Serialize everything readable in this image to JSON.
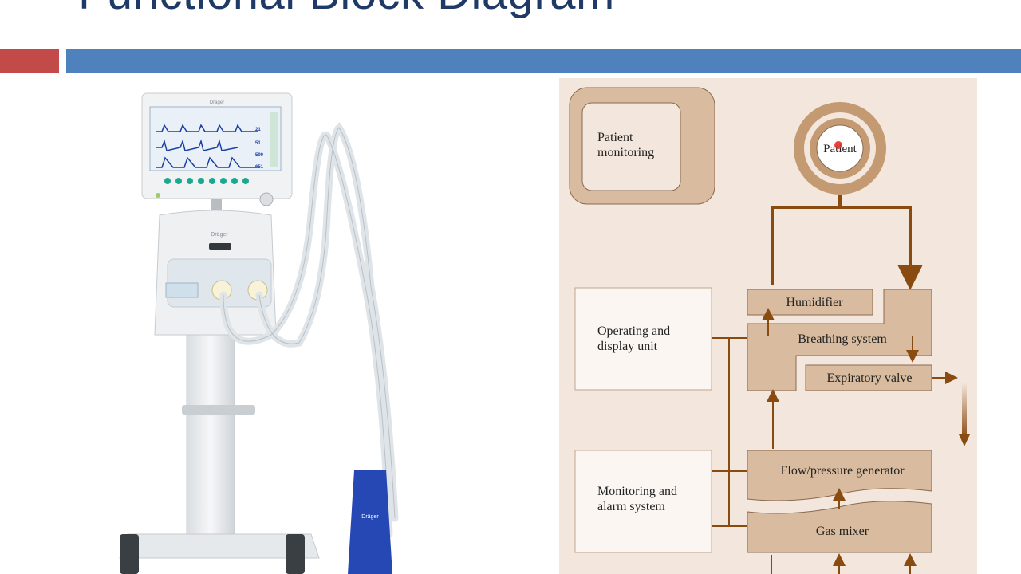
{
  "slide": {
    "title": "Functional Block Diagram"
  },
  "diagram": {
    "blocks": {
      "patient_monitoring": [
        "Patient",
        "monitoring"
      ],
      "patient": "Patient",
      "operating_display": [
        "Operating and",
        "display unit"
      ],
      "monitoring_alarm": [
        "Monitoring and",
        "alarm system"
      ],
      "humidifier": "Humidifier",
      "breathing_system": "Breathing system",
      "expiratory_valve": "Expiratory valve",
      "flow_pressure_generator": "Flow/pressure generator",
      "gas_mixer": "Gas mixer"
    },
    "colors": {
      "background": "#f3e6dc",
      "block_fill": "#d9bc9f",
      "block_stroke": "#8a6a4f",
      "arrow": "#8a4b10",
      "white_block_stroke": "#bfa58f"
    }
  },
  "ventilator_image": {
    "brand": "Dräger",
    "screen_values": [
      "21",
      "51",
      "590",
      "651"
    ],
    "colors": {
      "body": "#eef0f2",
      "screen": "#e9f0f8",
      "waveform": "#1b3fa0",
      "button": "#1aa88f",
      "bag": "#2648b5"
    }
  }
}
